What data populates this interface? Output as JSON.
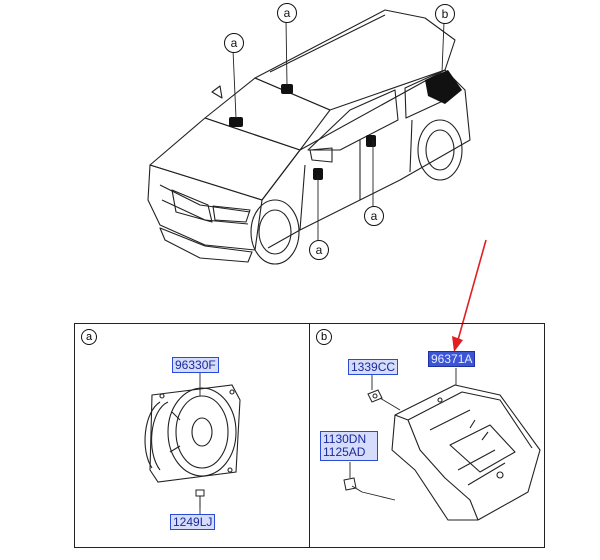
{
  "callouts": {
    "top_left": "a",
    "top_center": "a",
    "top_right": "b",
    "bottom_center": "a",
    "bottom_right": "a"
  },
  "panels": {
    "a": {
      "tag": "a",
      "parts": [
        "96330F",
        "1249LJ"
      ]
    },
    "b": {
      "tag": "b",
      "parts": [
        "1339CC",
        "96371A",
        "1130DN",
        "1125AD"
      ]
    }
  },
  "colors": {
    "highlight_box": "#d6dcfb",
    "selected_box": "#3a55d6",
    "pointer_arrow": "#e02020"
  }
}
